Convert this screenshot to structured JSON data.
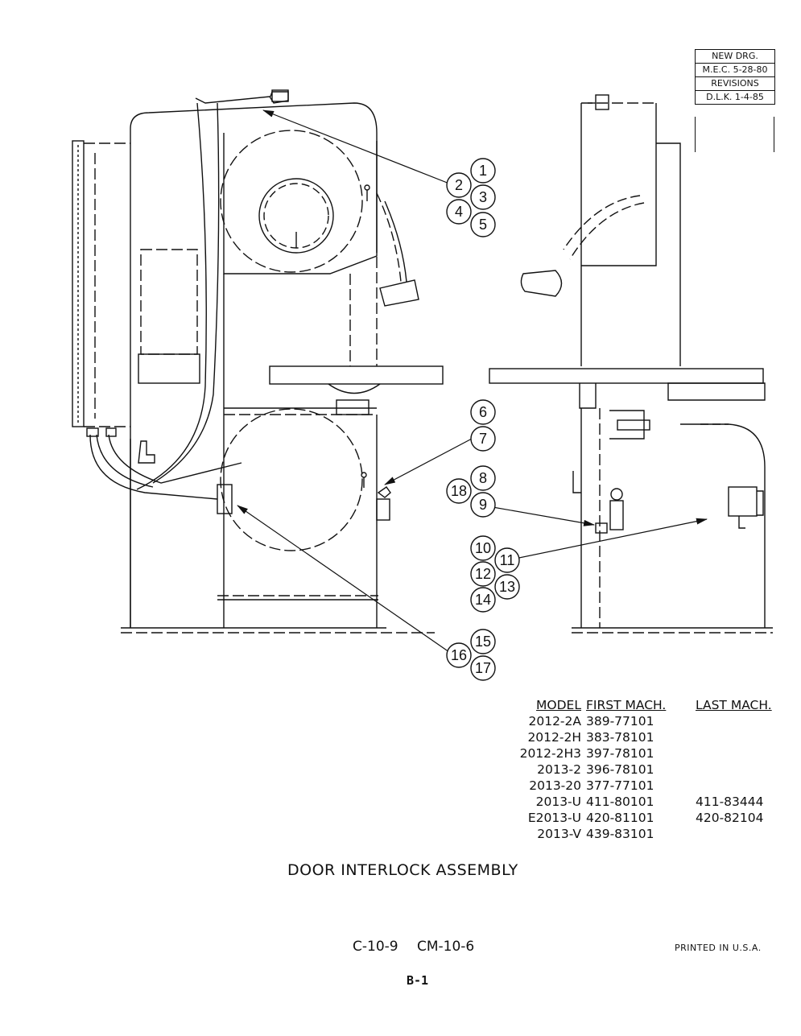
{
  "revision_box": {
    "rows": [
      "NEW DRG.",
      "M.E.C. 5-28-80",
      "REVISIONS",
      "D.L.K. 1-4-85"
    ]
  },
  "callouts": [
    "1",
    "2",
    "3",
    "4",
    "5",
    "6",
    "7",
    "8",
    "9",
    "10",
    "11",
    "12",
    "13",
    "14",
    "15",
    "16",
    "17",
    "18"
  ],
  "model_table": {
    "headers": [
      "MODEL",
      "FIRST MACH.",
      "LAST MACH."
    ],
    "rows": [
      [
        "2012-2A",
        "389-77101",
        ""
      ],
      [
        "2012-2H",
        "383-78101",
        ""
      ],
      [
        "2012-2H3",
        "397-78101",
        ""
      ],
      [
        "2013-2",
        "396-78101",
        ""
      ],
      [
        "2013-20",
        "377-77101",
        ""
      ],
      [
        "2013-U",
        "411-80101",
        "411-83444"
      ],
      [
        "E2013-U",
        "420-81101",
        "420-82104"
      ],
      [
        "2013-V",
        "439-83101",
        ""
      ]
    ]
  },
  "title": "DOOR INTERLOCK ASSEMBLY",
  "drawing_codes": "C-10-9 CM-10-6",
  "printed": "PRINTED IN U.S.A.",
  "page_number": "B-1"
}
